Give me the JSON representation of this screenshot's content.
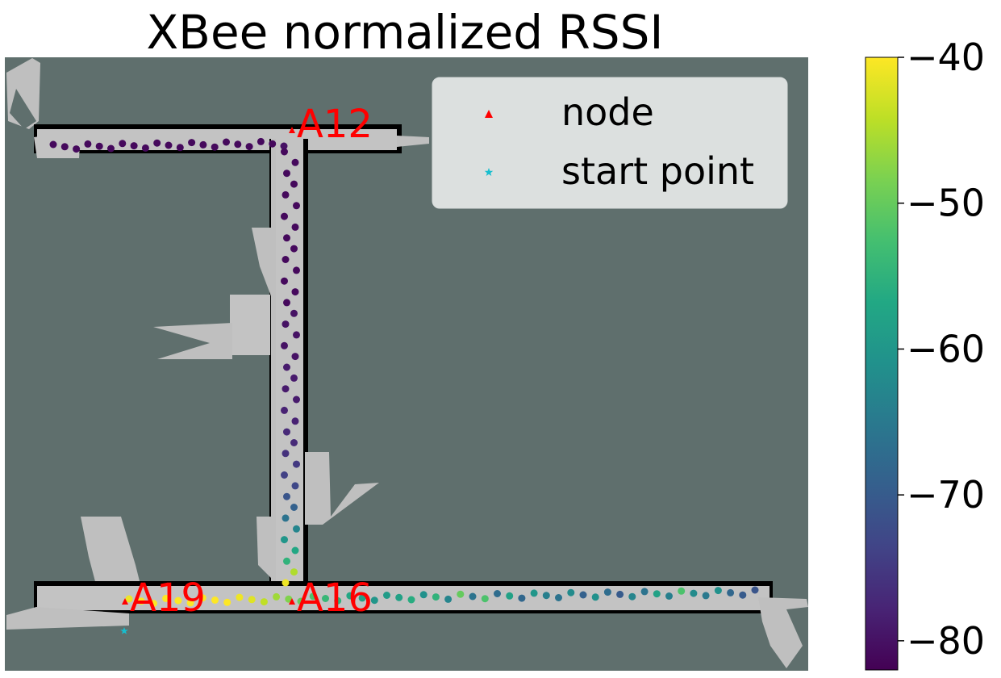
{
  "chart_data": {
    "type": "scatter",
    "title": "XBee normalized RSSI",
    "xlabel": "",
    "ylabel": "",
    "grid": false,
    "legend": {
      "placement": "top-right",
      "entries": [
        {
          "label": "node",
          "marker": "triangle",
          "color": "#ff0000"
        },
        {
          "label": "start point",
          "marker": "star",
          "color": "#17becf"
        }
      ]
    },
    "colorbar": {
      "colormap": "viridis",
      "range": [
        -82,
        -40
      ],
      "ticks": [
        -40,
        -50,
        -60,
        -70,
        -80
      ],
      "tick_labels": [
        "−40",
        "−50",
        "−60",
        "−70",
        "−80"
      ]
    },
    "nodes": [
      {
        "label": "A12"
      },
      {
        "label": "A16"
      },
      {
        "label": "A19"
      }
    ],
    "start_point": {
      "label": "start point"
    },
    "series": [
      {
        "segment": "top corridor",
        "values": [
          -81,
          -81,
          -81,
          -81,
          -81,
          -81,
          -81,
          -81,
          -81,
          -81,
          -81,
          -81,
          -81,
          -81,
          -81,
          -81,
          -81,
          -81,
          -81,
          -81,
          -80
        ]
      },
      {
        "segment": "vertical corridor",
        "values": [
          -81,
          -81,
          -81,
          -81,
          -81,
          -81,
          -81,
          -81,
          -81,
          -81,
          -81,
          -81,
          -81,
          -81,
          -81,
          -80,
          -80,
          -80,
          -80,
          -80,
          -79,
          -79,
          -79,
          -79,
          -78,
          -78,
          -77,
          -77,
          -76,
          -75,
          -74,
          -73,
          -71,
          -69,
          -66,
          -63,
          -60,
          -57,
          -55,
          -45,
          -41
        ]
      },
      {
        "segment": "bottom corridor",
        "values": [
          -41,
          -40,
          -40,
          -40,
          -40,
          -40,
          -40,
          -40,
          -40,
          -41,
          -42,
          -44,
          -46,
          -48,
          -50,
          -52,
          -54,
          -55,
          -57,
          -58,
          -60,
          -59,
          -58,
          -56,
          -61,
          -55,
          -63,
          -50,
          -66,
          -52,
          -67,
          -58,
          -68,
          -60,
          -64,
          -66,
          -62,
          -69,
          -61,
          -67,
          -70,
          -63,
          -66,
          -58,
          -64,
          -52,
          -62,
          -65,
          -61,
          -68,
          -70,
          -71
        ]
      }
    ]
  }
}
